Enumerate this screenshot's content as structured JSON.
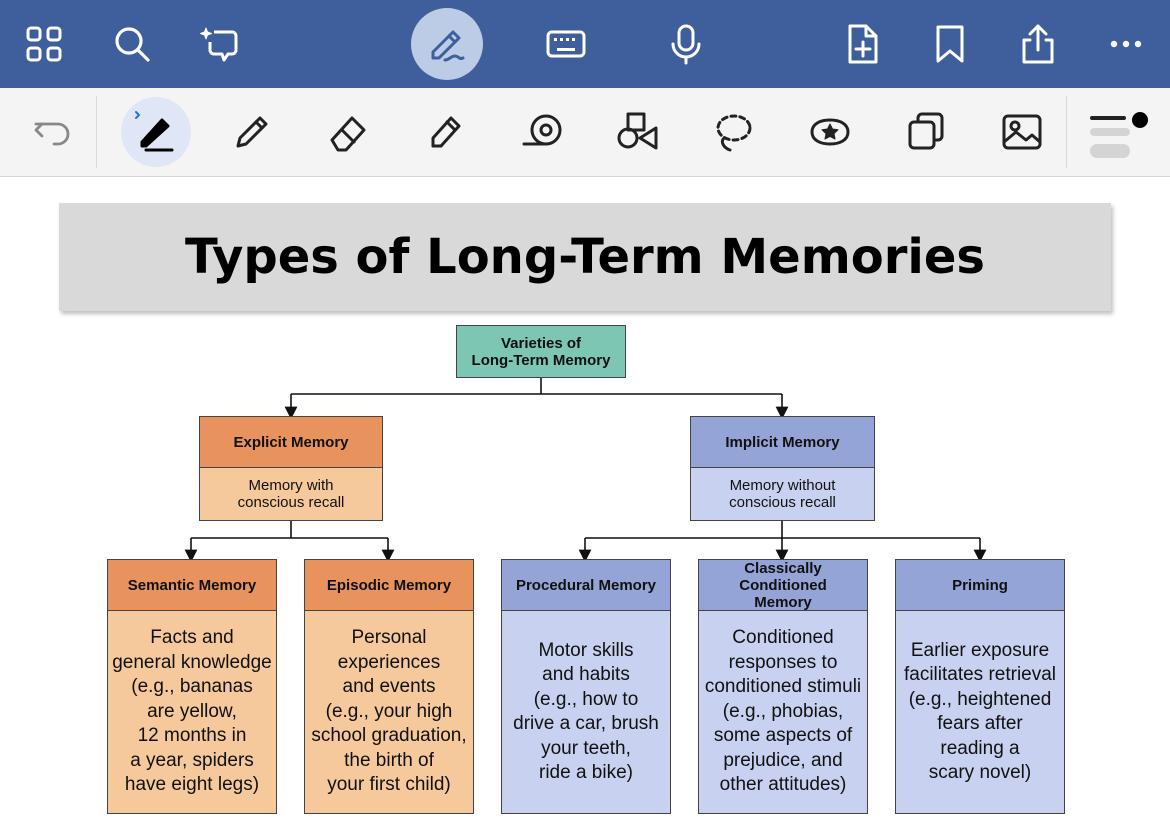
{
  "top_toolbar": {
    "items": [
      "grid-icon",
      "search-icon",
      "ai-chat-icon",
      "pen-mode-icon",
      "keyboard-icon",
      "microphone-icon",
      "add-page-icon",
      "bookmark-icon",
      "share-icon",
      "more-icon"
    ]
  },
  "tool_toolbar": {
    "items": [
      "undo-icon",
      "fountain-pen-icon",
      "pencil-icon",
      "eraser-icon",
      "highlighter-icon",
      "tape-icon",
      "shapes-icon",
      "lasso-icon",
      "sticker-icon",
      "elements-icon",
      "image-icon",
      "tool-options-icon"
    ],
    "active_tool": "fountain-pen"
  },
  "colors": {
    "topbar": "#3e5f9c",
    "teal": "#7dc6b4",
    "orange_dark": "#e8925e",
    "orange_light": "#f6c99c",
    "purple_dark": "#95a4d6",
    "purple_light": "#c8d1ef"
  },
  "title": "Types of Long-Term Memories",
  "diagram": {
    "root": "Varieties of\nLong-Term Memory",
    "explicit": {
      "header": "Explicit Memory",
      "desc": "Memory with\nconscious recall"
    },
    "implicit": {
      "header": "Implicit Memory",
      "desc": "Memory without\nconscious recall"
    },
    "semantic": {
      "header": "Semantic Memory",
      "body": "Facts and\ngeneral knowledge\n(e.g., bananas\nare yellow,\n12 months in\na year, spiders\nhave eight legs)"
    },
    "episodic": {
      "header": "Episodic Memory",
      "body": "Personal\nexperiences\nand events\n(e.g., your high\nschool graduation,\nthe birth of\nyour first child)"
    },
    "procedural": {
      "header": "Procedural Memory",
      "body": "Motor skills\nand habits\n(e.g., how to\ndrive a car, brush\nyour teeth,\nride a bike)"
    },
    "classical": {
      "header": "Classically Conditioned\nMemory",
      "body": "Conditioned\nresponses to\nconditioned stimuli\n(e.g., phobias,\nsome aspects of\nprejudice, and\nother attitudes)"
    },
    "priming": {
      "header": "Priming",
      "body": "Earlier exposure\nfacilitates retrieval\n(e.g., heightened\nfears after\nreading a\nscary novel)"
    }
  }
}
